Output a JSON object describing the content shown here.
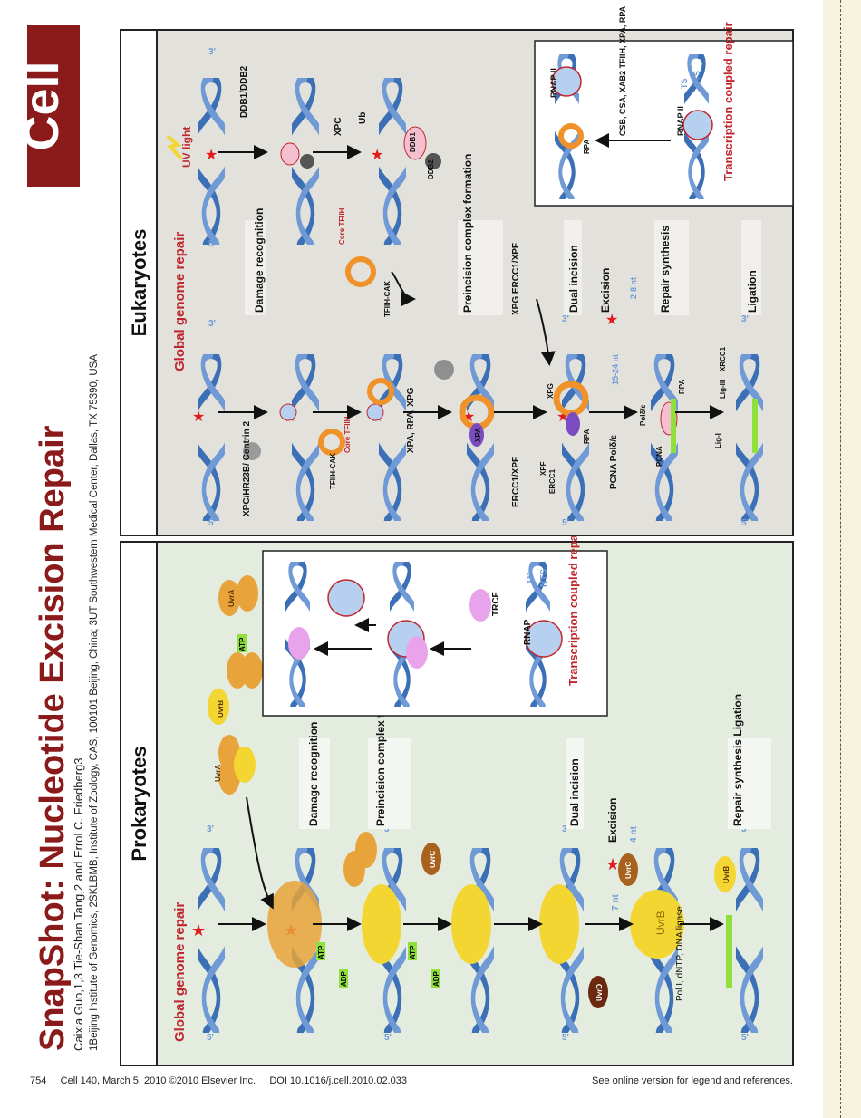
{
  "journal_logo": "Cell",
  "title": "SnapShot: Nucleotide Excision Repair",
  "authors": "Caixia Guo,1,3 Tie-Shan Tang,2 and Errol C. Friedberg3",
  "affiliations": "1Beijing Institute of Genomics, 2SKLBMB, Institute of Zoology, CAS, 100101 Beijing, China; 3UT Southwestern Medical Center, Dallas, TX 75390, USA",
  "footer": {
    "page": "754",
    "citation": "Cell 140, March 5, 2010 ©2010 Elsevier Inc.",
    "doi": "DOI 10.1016/j.cell.2010.02.033",
    "note": "See online version for legend and references."
  },
  "colors": {
    "title_red": "#8b1a1a",
    "dna_blue": "#3b6fb6",
    "prok_panel": "#e3ecdf",
    "euk_panel": "#e3e1dc",
    "uvr_orange": "#e8a33a",
    "uvr_yellow": "#f4d633",
    "repair_green": "#8fe03a"
  },
  "prokaryotes": {
    "heading": "Prokaryotes",
    "ggr": "Global genome repair",
    "tcr": "Transcription coupled repair",
    "steps": {
      "damage_recognition": "Damage recognition",
      "preincision": "Preincision complex formation",
      "dual_incision": "Dual incision",
      "repair_ligation": "Repair synthesis Ligation",
      "excision": "Excision"
    },
    "labels": {
      "uvra": "UvrA",
      "uvrb": "UvrB",
      "uvrc": "UvrC",
      "uvrd": "UvrD",
      "atp": "ATP",
      "adp": "ADP",
      "trcf": "TRCF",
      "rnap": "RNAP",
      "ts": "TS",
      "nts": "NTS",
      "nt7": "7 nt",
      "nt4": "4 nt",
      "pol": "Pol I, dNTP, DNA ligase",
      "five": "5'",
      "three": "3'"
    }
  },
  "eukaryotes": {
    "heading": "Eukaryotes",
    "ggr": "Global genome repair",
    "tcr": "Transcription coupled repair",
    "uv": "UV light",
    "steps": {
      "damage_recognition": "Damage recognition",
      "preincision": "Preincision complex formation",
      "dual_incision": "Dual incision",
      "excision": "Excision",
      "repair_synthesis": "Repair synthesis",
      "ligation": "Ligation"
    },
    "labels": {
      "xpc_complex": "XPC/HR23B/ Centrin 2",
      "ddb": "DDB1/DDB2",
      "xpc": "XPC",
      "ub": "Ub",
      "ddb1": "DDB1",
      "ddb2": "DDB2",
      "tfiih_cak": "TFIIH-CAK",
      "core_tfiih": "Core TFIIH",
      "xpa_rpa_xpg": "XPA, RPA, XPG",
      "xpa": "XPA",
      "rpa": "RPA",
      "xpg": "XPG",
      "xpf": "XPF",
      "ercc1": "ERCC1",
      "ercc1_xpf": "ERCC1/XPF",
      "xpg_ercc1_xpf": "XPG ERCC1/XPF",
      "nt_15_24": "15-24 nt",
      "nt_2_8": "2-8 nt",
      "pcna_pol": "PCNA Polδ/ε",
      "pcna": "PCNA",
      "pol": "Polδ/ε",
      "lig1": "Lig-I",
      "lig3": "Lig-III",
      "xrcc1": "XRCC1",
      "rnap2": "RNAP II",
      "ts": "TS",
      "nts": "NTS",
      "csb_list": "CSB, CSA, XAB2 TFIIH, XPA, RPA",
      "five": "5'",
      "three": "3'"
    }
  }
}
